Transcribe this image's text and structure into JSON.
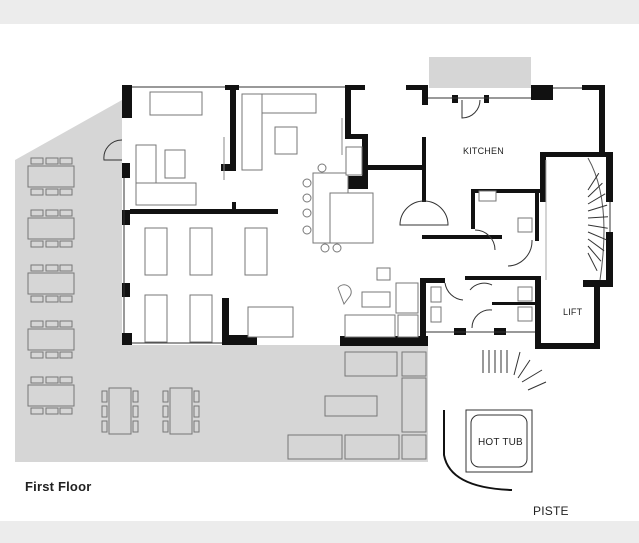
{
  "plan": {
    "title": "First Floor",
    "rooms": {
      "kitchen": "KITCHEN",
      "lift": "LIFT",
      "hot_tub": "HOT TUB"
    },
    "outside_label": "PISTE"
  },
  "colors": {
    "terrace": "#d6d6d6",
    "walls": "#111111",
    "band": "#ececec"
  }
}
